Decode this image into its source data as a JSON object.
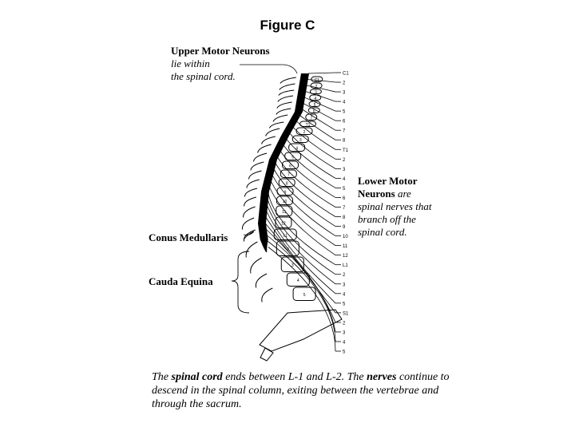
{
  "title": "Figure C",
  "labels": {
    "upper": {
      "bold": "Upper Motor Neurons",
      "italic1": "lie within",
      "italic2": "the spinal cord."
    },
    "lower": {
      "bold1": "Lower Motor",
      "bold2": "Neurons",
      "italic1": "are",
      "italic2": "spinal nerves that",
      "italic3": "branch off the",
      "italic4": "spinal cord."
    },
    "conus": "Conus Medullaris",
    "cauda": "Cauda Equina"
  },
  "caption": {
    "t1": "The ",
    "b1": "spinal cord",
    "t2": " ends between L-1 and L-2.  The ",
    "b2": "nerves",
    "t3": " continue to descend in the spinal column, exiting between the vertebrae and through the sacrum."
  },
  "nerve_labels": [
    "C1",
    "2",
    "3",
    "4",
    "5",
    "6",
    "7",
    "8",
    "T1",
    "2",
    "3",
    "4",
    "5",
    "6",
    "7",
    "8",
    "9",
    "10",
    "11",
    "12",
    "L1",
    "2",
    "3",
    "4",
    "5",
    "S1",
    "2",
    "3",
    "4",
    "5"
  ],
  "vertebra_labels": [
    "C1",
    "2",
    "3",
    "4",
    "5",
    "6",
    "7",
    "T1",
    "2",
    "3",
    "4",
    "5",
    "6",
    "7",
    "8",
    "9",
    "10",
    "11",
    "12",
    "L1",
    "2",
    "3",
    "4",
    "5"
  ]
}
